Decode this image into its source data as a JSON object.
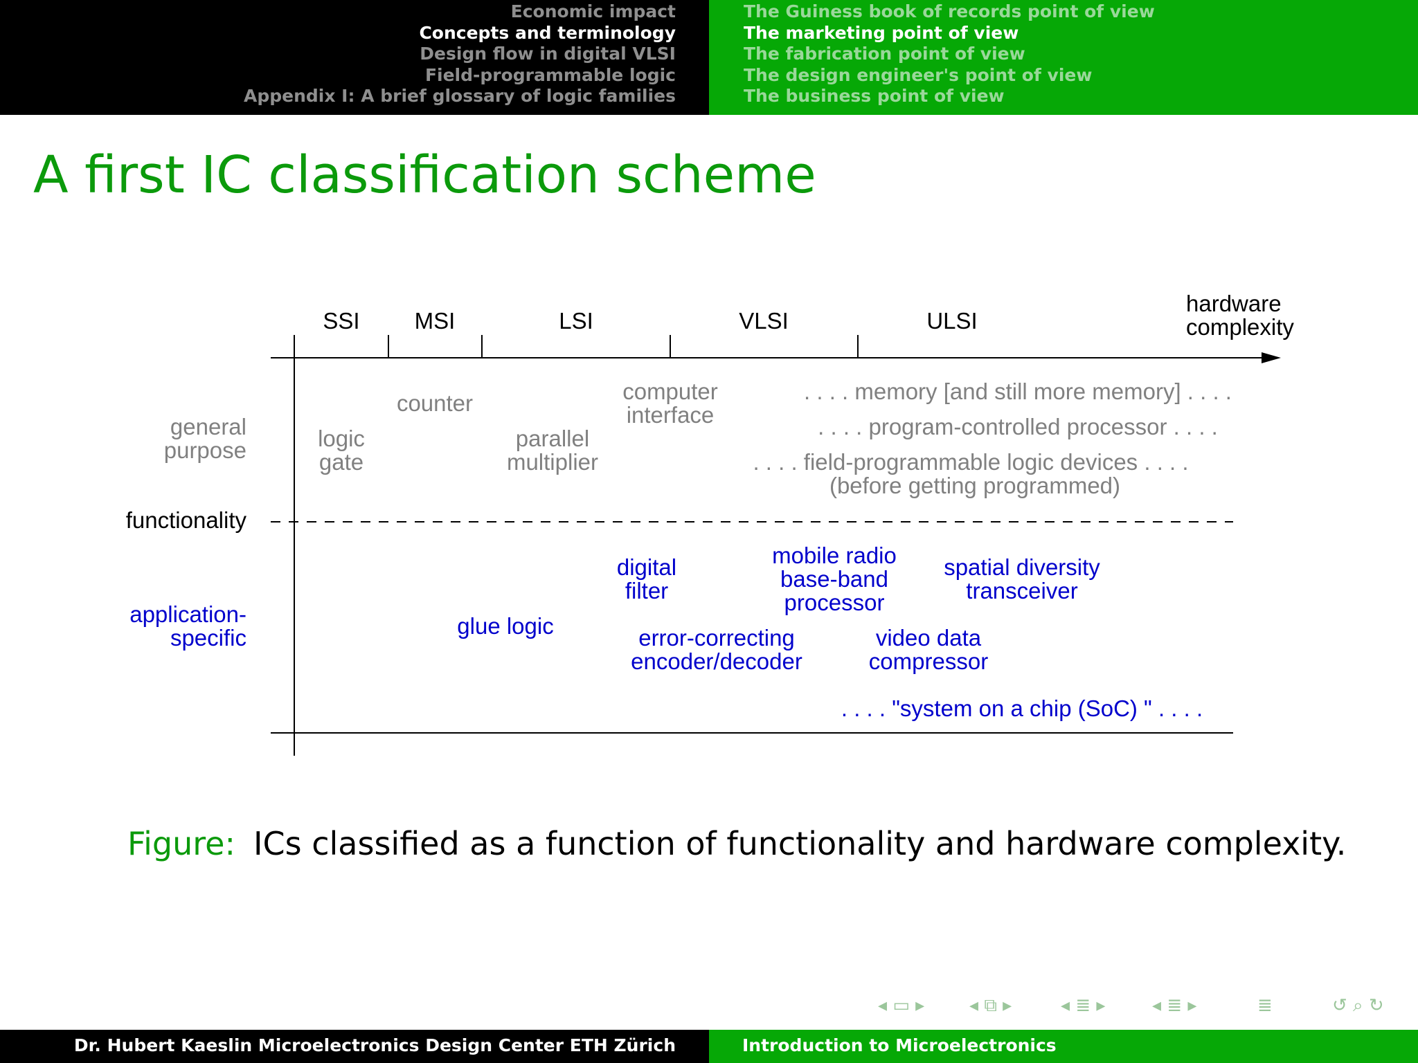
{
  "header": {
    "sections": [
      "Economic impact",
      "Concepts and terminology",
      "Design flow in digital VLSI",
      "Field-programmable logic",
      "Appendix I: A brief glossary of logic families"
    ],
    "subsections": [
      "The Guiness book of records point of view",
      "The marketing point of view",
      "The fabrication point of view",
      "The design engineer's point of view",
      "The business point of view"
    ],
    "active_section": "Concepts and terminology",
    "active_subsection": "The marketing point of view"
  },
  "slide": {
    "title": "A first IC classification scheme"
  },
  "diagram": {
    "x_axis_label_line1": "hardware",
    "x_axis_label_line2": "complexity",
    "categories": [
      "SSI",
      "MSI",
      "LSI",
      "VLSI",
      "ULSI"
    ],
    "y_axis_label": "functionality",
    "general_purpose": {
      "label_line1": "general",
      "label_line2": "purpose",
      "items": [
        {
          "lines": [
            "logic",
            "gate"
          ]
        },
        {
          "lines": [
            "counter"
          ]
        },
        {
          "lines": [
            "parallel",
            "multiplier"
          ]
        },
        {
          "lines": [
            "computer",
            "interface"
          ]
        },
        {
          "lines": [
            ". . . . memory [and still more memory] . . . ."
          ]
        },
        {
          "lines": [
            ". . . . program-controlled processor . . . ."
          ]
        },
        {
          "lines": [
            ". . . . field-programmable logic devices  . . . .",
            "(before getting programmed)"
          ]
        }
      ]
    },
    "application_specific": {
      "label_line1": "application-",
      "label_line2": "specific",
      "items": [
        {
          "lines": [
            "glue logic"
          ]
        },
        {
          "lines": [
            "digital",
            "filter"
          ]
        },
        {
          "lines": [
            "error-correcting",
            "encoder/decoder"
          ]
        },
        {
          "lines": [
            "mobile radio",
            "base-band",
            "processor"
          ]
        },
        {
          "lines": [
            "video data",
            "compressor"
          ]
        },
        {
          "lines": [
            "spatial diversity",
            "transceiver"
          ]
        },
        {
          "lines": [
            ". . . . \"system on a chip (SoC) \" . . . ."
          ]
        }
      ]
    },
    "colors": {
      "general": "#808080",
      "application": "#0000cc",
      "axis": "#000000"
    }
  },
  "caption": {
    "label": "Figure:",
    "text": "ICs classified as a function of functionality and hardware complexity."
  },
  "footer": {
    "left": "Dr. Hubert Kaeslin Microelectronics Design Center ETH Zürich",
    "right": "Introduction to Microelectronics"
  },
  "nav_icons": [
    "nav-frame-icon",
    "nav-subsection-icon",
    "nav-section-icon",
    "nav-subsection-list-icon",
    "nav-align-icon",
    "nav-search-icon"
  ]
}
